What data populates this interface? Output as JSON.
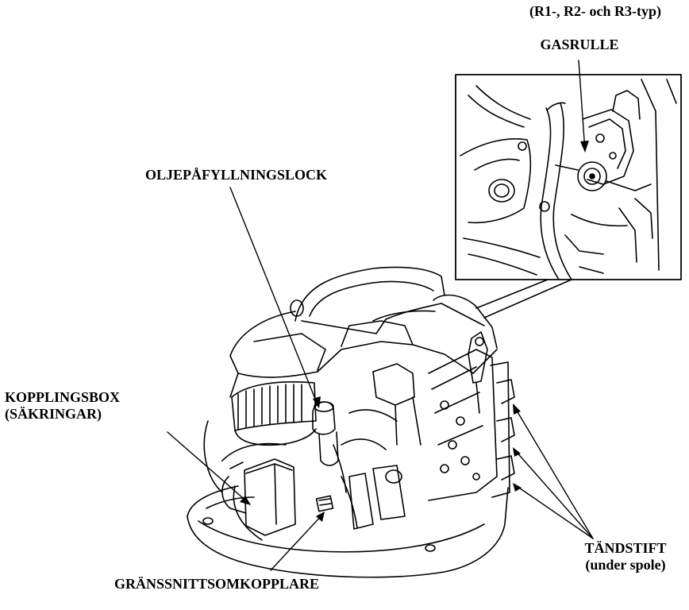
{
  "labels": {
    "type_note": "(R1-, R2- och R3-typ)",
    "gasrulle": "GASRULLE",
    "oil_cap": "OLJEPÅFYLLNINGSLOCK",
    "junction_box_line1": "KOPPLINGSBOX",
    "junction_box_line2": "(SÄKRINGAR)",
    "interface_switch": "GRÄNSSNITTSOMKOPPLARE",
    "spark_plug_line1": "TÄNDSTIFT",
    "spark_plug_line2": "(under spole)"
  },
  "colors": {
    "ink": "#000000",
    "paper": "#ffffff"
  }
}
